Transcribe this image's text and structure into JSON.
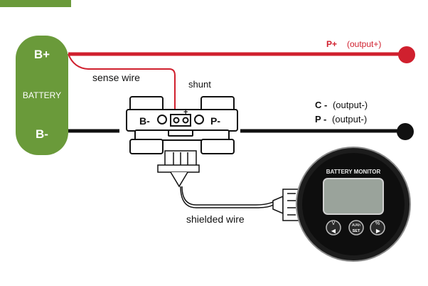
{
  "battery": {
    "plus": "B+",
    "label": "BATTERY",
    "minus": "B-"
  },
  "labels": {
    "sense_wire": "sense wire",
    "shunt": "shunt",
    "shielded_wire": "shielded wire"
  },
  "shunt": {
    "left_terminal": "B-",
    "right_terminal": "P-",
    "plus_mark": "+"
  },
  "outputs": {
    "positive_prefix": "P+",
    "positive_desc": "(output+)",
    "neg_c_prefix": "C -",
    "neg_c_desc": "(output-)",
    "neg_p_prefix": "P -",
    "neg_p_desc": "(output-)"
  },
  "monitor": {
    "title": "BATTERY MONITOR",
    "btn_left_top": "V",
    "btn_mid_top": "A/Ah",
    "btn_mid_bottom": "SET",
    "btn_right_top": "%"
  },
  "colors": {
    "battery_green": "#6a9a3a",
    "positive_red": "#d0202e",
    "wire_black": "#111111",
    "tab_green": "#6a9a3a"
  }
}
